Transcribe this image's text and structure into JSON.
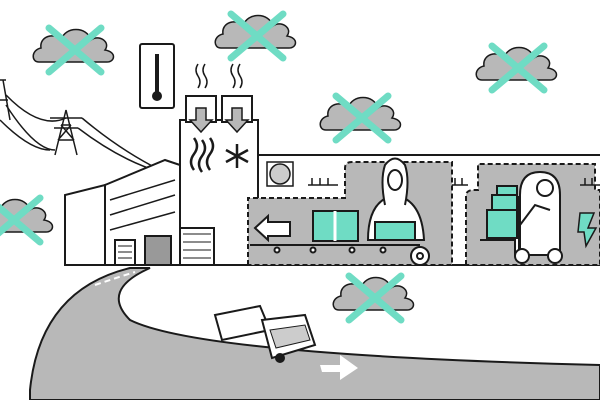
{
  "colors": {
    "accent": "#6fdcc4",
    "fill_gray": "#b8b8b8",
    "line": "#1a1a1a",
    "background": "#ffffff"
  },
  "icons": [
    "cloud-crossed-icon",
    "thermometer-icon",
    "heat-waves-icon",
    "snowflake-icon",
    "arrow-down-icon",
    "power-pylon-icon",
    "clock-icon",
    "arrow-left-icon",
    "lightning-icon",
    "factory-building",
    "delivery-truck",
    "conveyor-belt",
    "worker-holding-box",
    "forklift-driver",
    "boxes-stack",
    "road-arrow"
  ]
}
